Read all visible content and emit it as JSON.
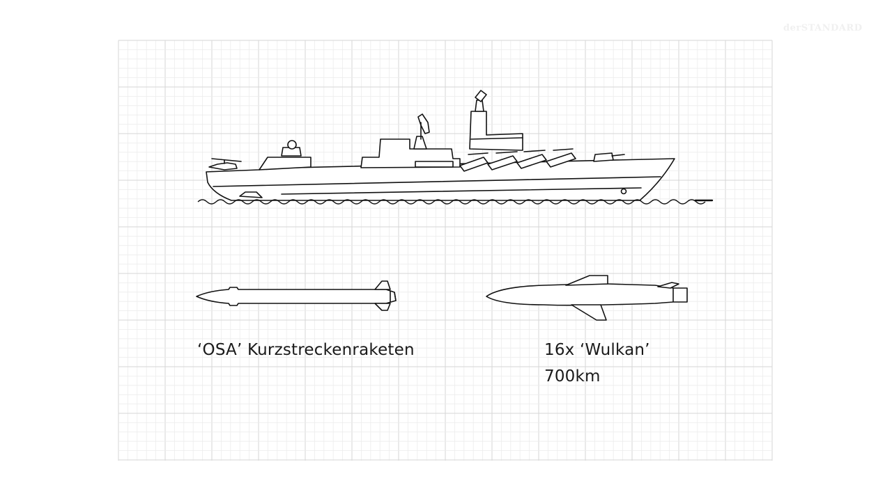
{
  "watermark": "derSTANDARD",
  "missiles": {
    "left_label": "‘OSA’ Kurzstreckenraketen",
    "right_label_line1": "16x ‘Wulkan’",
    "right_label_line2": "700km"
  },
  "colors": {
    "background": "#ffffff",
    "grid_minor": "#ececec",
    "grid_major": "#d6d6d6",
    "ink": "#111111"
  }
}
